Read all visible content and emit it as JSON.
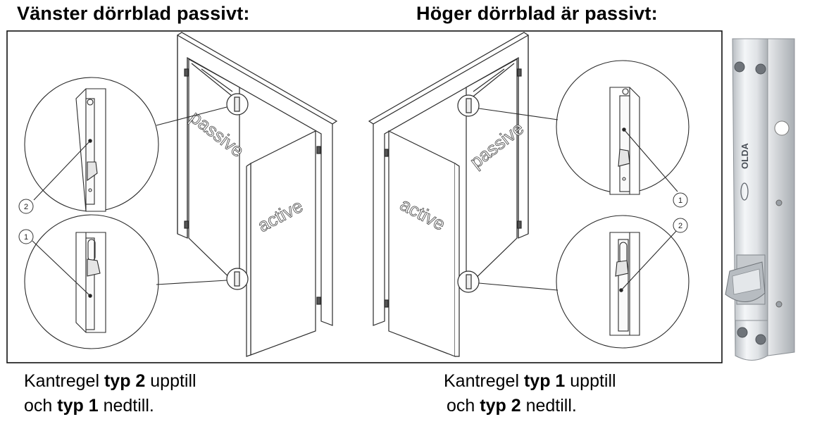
{
  "headings": {
    "left": "Vänster dörrblad passivt:",
    "right": "Höger dörrblad är passivt:"
  },
  "captions": {
    "left": {
      "line1_pre": "Kantregel ",
      "line1_bold": "typ 2",
      "line1_post": " upptill",
      "line2_pre": "och ",
      "line2_bold": "typ 1",
      "line2_post": " nedtill."
    },
    "right": {
      "line1_pre": "Kantregel ",
      "line1_bold": "typ 1",
      "line1_post": " upptill",
      "line2_pre": "och ",
      "line2_bold": "typ 2",
      "line2_post": " nedtill."
    }
  },
  "door_labels": {
    "passive": "passive",
    "active": "active"
  },
  "callouts": {
    "left_top": "2",
    "left_bottom": "1",
    "right_top": "1",
    "right_bottom": "2"
  },
  "product_marking": "OLDA",
  "colors": {
    "stroke": "#2a2a2a",
    "door_text": "#cfcfcf",
    "steel": "#d6d9dc"
  }
}
